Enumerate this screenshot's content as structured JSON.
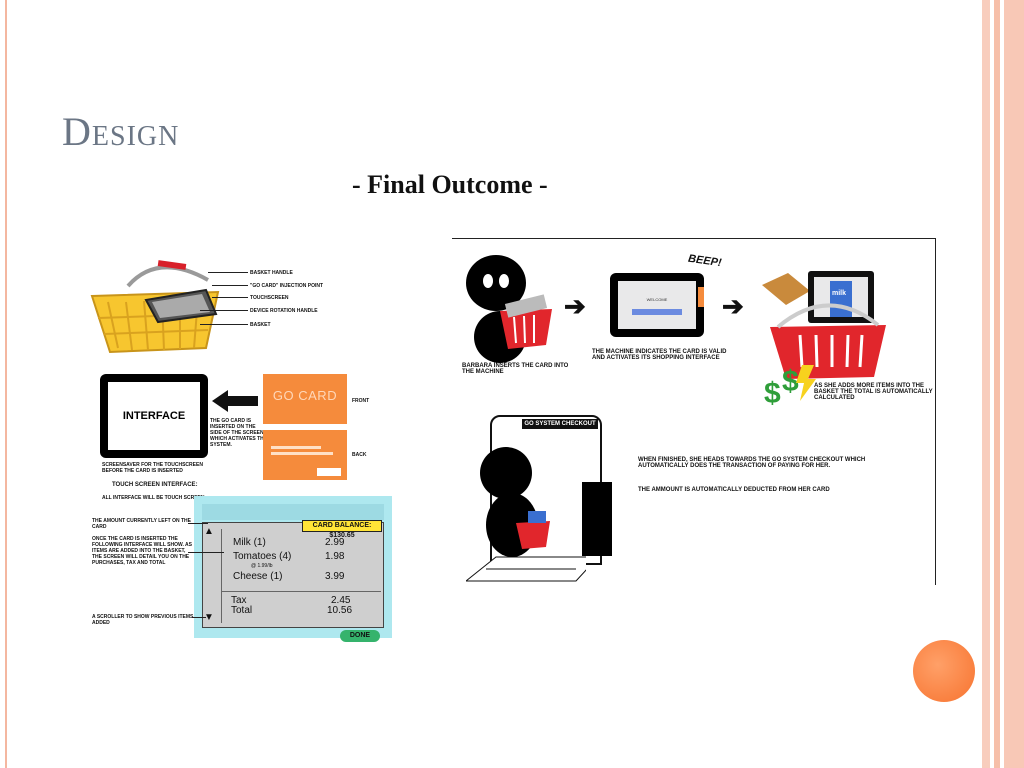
{
  "slide": {
    "title": "Design",
    "subtitle": "- Final Outcome -"
  },
  "basket_diagram": {
    "labels": [
      "BASKET HANDLE",
      "\"GO CARD\" INJECTION POINT",
      "TOUCHSCREEN",
      "DEVICE ROTATION HANDLE",
      "BASKET"
    ]
  },
  "interface_section": {
    "screen_word": "INTERFACE",
    "screensaver_note": "SCREENSAVER FOR THE TOUCHSCREEN BEFORE THE CARD IS INSERTED",
    "card_note": "THE GO CARD IS INSERTED ON THE SIDE OF THE SCREEN WHICH ACTIVATES THE SYSTEM.",
    "card_label": "GO CARD",
    "front_label": "FRONT",
    "back_label": "BACK"
  },
  "touch_screen": {
    "heading": "TOUCH SCREEN INTERFACE:",
    "subheading": "ALL INTERFACE WILL BE TOUCH SCREEN",
    "note_amount": "THE AMOUNT CURRENTLY LEFT ON THE CARD",
    "note_items": "ONCE THE CARD IS INSERTED THE FOLLOWING INTERFACE WILL SHOW. AS ITEMS ARE ADDED INTO THE BASKET, THE SCREEN WILL DETAIL YOU ON THE PURCHASES, TAX AND TOTAL",
    "note_scroller": "A SCROLLER TO SHOW PREVIOUS ITEMS ADDED",
    "balance": "CARD BALANCE: $130.65",
    "items": [
      {
        "name": "Milk",
        "qty": "(1)",
        "price": "2.99"
      },
      {
        "name": "Tomatoes",
        "qty": "(4)",
        "price": "1.98",
        "note": "@ 1.99/lb"
      },
      {
        "name": "Cheese",
        "qty": "(1)",
        "price": "3.99"
      }
    ],
    "tax_label": "Tax",
    "tax_value": "2.45",
    "total_label": "Total",
    "total_value": "10.56",
    "done_label": "DONE"
  },
  "story": {
    "caption_insert": "BARBARA INSERTS THE CARD INTO THE MACHINE",
    "beep": "BEEP!",
    "welcome": "WELCOME",
    "caption_valid": "THE MACHINE INDICATES THE CARD IS VALID AND ACTIVATES ITS SHOPPING INTERFACE",
    "caption_total": "AS SHE ADDS MORE ITEMS INTO THE BASKET THE TOTAL IS AUTOMATICALLY CALCULATED",
    "milk_label": "milk",
    "checkout_sign": "GO SYSTEM CHECKOUT",
    "caption_checkout": "WHEN FINISHED, SHE HEADS TOWARDS THE GO SYSTEM CHECKOUT WHICH AUTOMATICALLY DOES THE TRANSACTION OF PAYING FOR HER.",
    "caption_deduct": "THE AMMOUNT IS AUTOMATICALLY DEDUCTED FROM HER CARD"
  }
}
